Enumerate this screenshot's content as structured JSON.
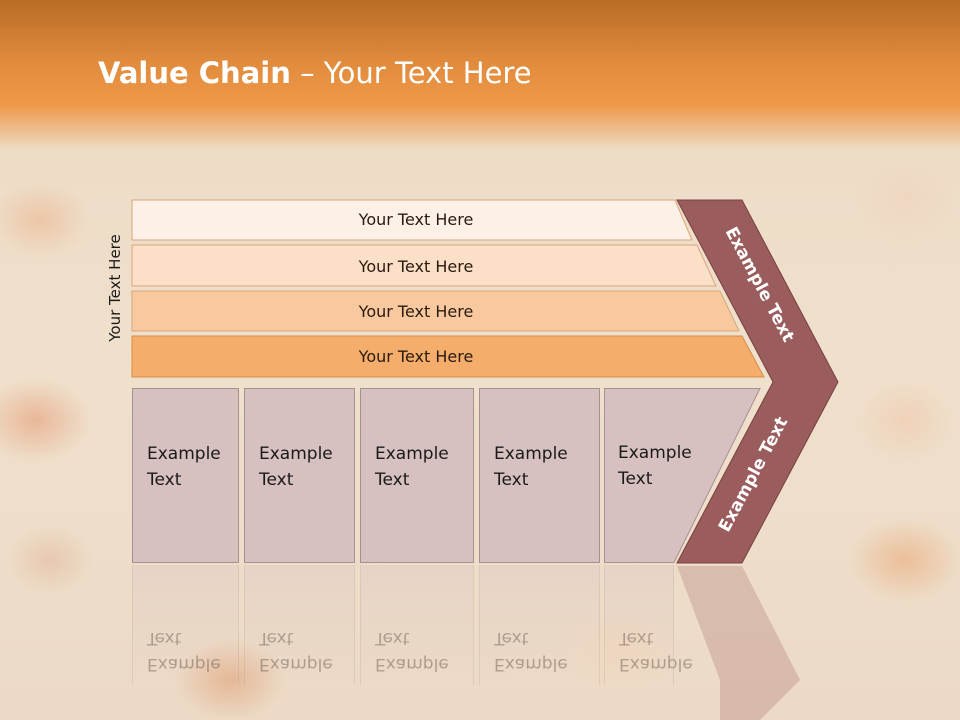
{
  "slide": {
    "title_bold": "Value Chain",
    "title_rest": " – Your Text Here",
    "vertical_label": "Your Text Here",
    "bars": [
      {
        "label": "Your Text Here",
        "color": "#fdf0e6"
      },
      {
        "label": "Your Text Here",
        "color": "#fbdfc6"
      },
      {
        "label": "Your Text Here",
        "color": "#f8c99e"
      },
      {
        "label": "Your Text Here",
        "color": "#f4ad6b"
      }
    ],
    "boxes": [
      {
        "label": "Example\nText"
      },
      {
        "label": "Example\nText"
      },
      {
        "label": "Example\nText"
      },
      {
        "label": "Example\nText"
      },
      {
        "label": "Example\nText"
      }
    ],
    "arrow_upper_text": "Example Text",
    "arrow_lower_text": "Example Text",
    "colors": {
      "header": "#ee9848",
      "arrow": "#9a5c5c",
      "box": "#d7c0c0",
      "text_white": "#ffffff"
    }
  }
}
